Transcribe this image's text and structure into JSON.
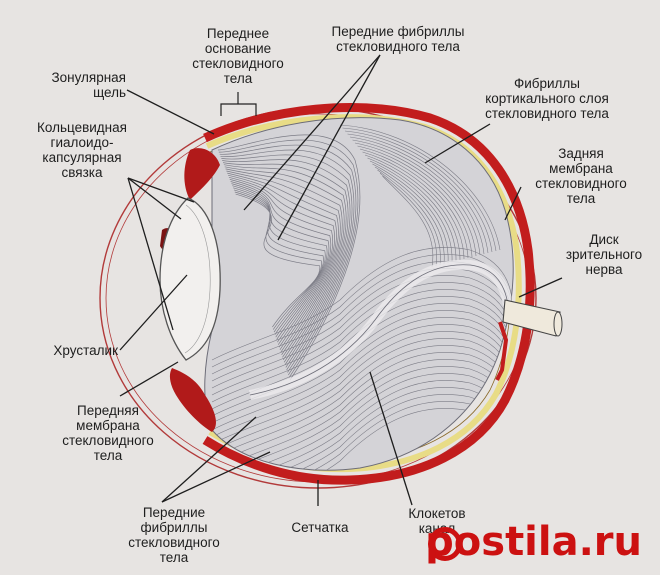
{
  "labels": {
    "perednee_osnovanie": "Переднее\nоснование\nстекловидного\nтела",
    "perednie_fibrilly_top": "Передние фибриллы\nстекловидного тела",
    "zonulyarnaya_shchel": "Зонулярная\nщель",
    "fibrilly_kortikalnogo": "Фибриллы\nкортикального слоя\nстекловидного тела",
    "koltsevidnaya_svyazka": "Кольцевидная\nгиалоидо-\nкапсулярная\nсвязка",
    "zadnyaya_membrana": "Задняя\nмембрана\nстекловидного\nтела",
    "disk_nerva": "Диск\nзрительного\nнерва",
    "khrustalik": "Хрусталик",
    "perednyaya_membrana": "Передняя\nмембрана\nстекловидного\nтела",
    "perednie_fibrilly_bottom": "Передние\nфибриллы\nстекловидного\nтела",
    "setchatka": "Сетчатка",
    "kloketov_kanal": "Клокетов\nканал"
  },
  "watermark": "postila.ru",
  "colors": {
    "background": "#e7e4e2",
    "sclera": "#c21d1d",
    "retina_yellow": "#e8dc86",
    "vitreous": "#d4d3d7",
    "fibril_line": "#7c7c86",
    "watermark": "#cc1111"
  }
}
